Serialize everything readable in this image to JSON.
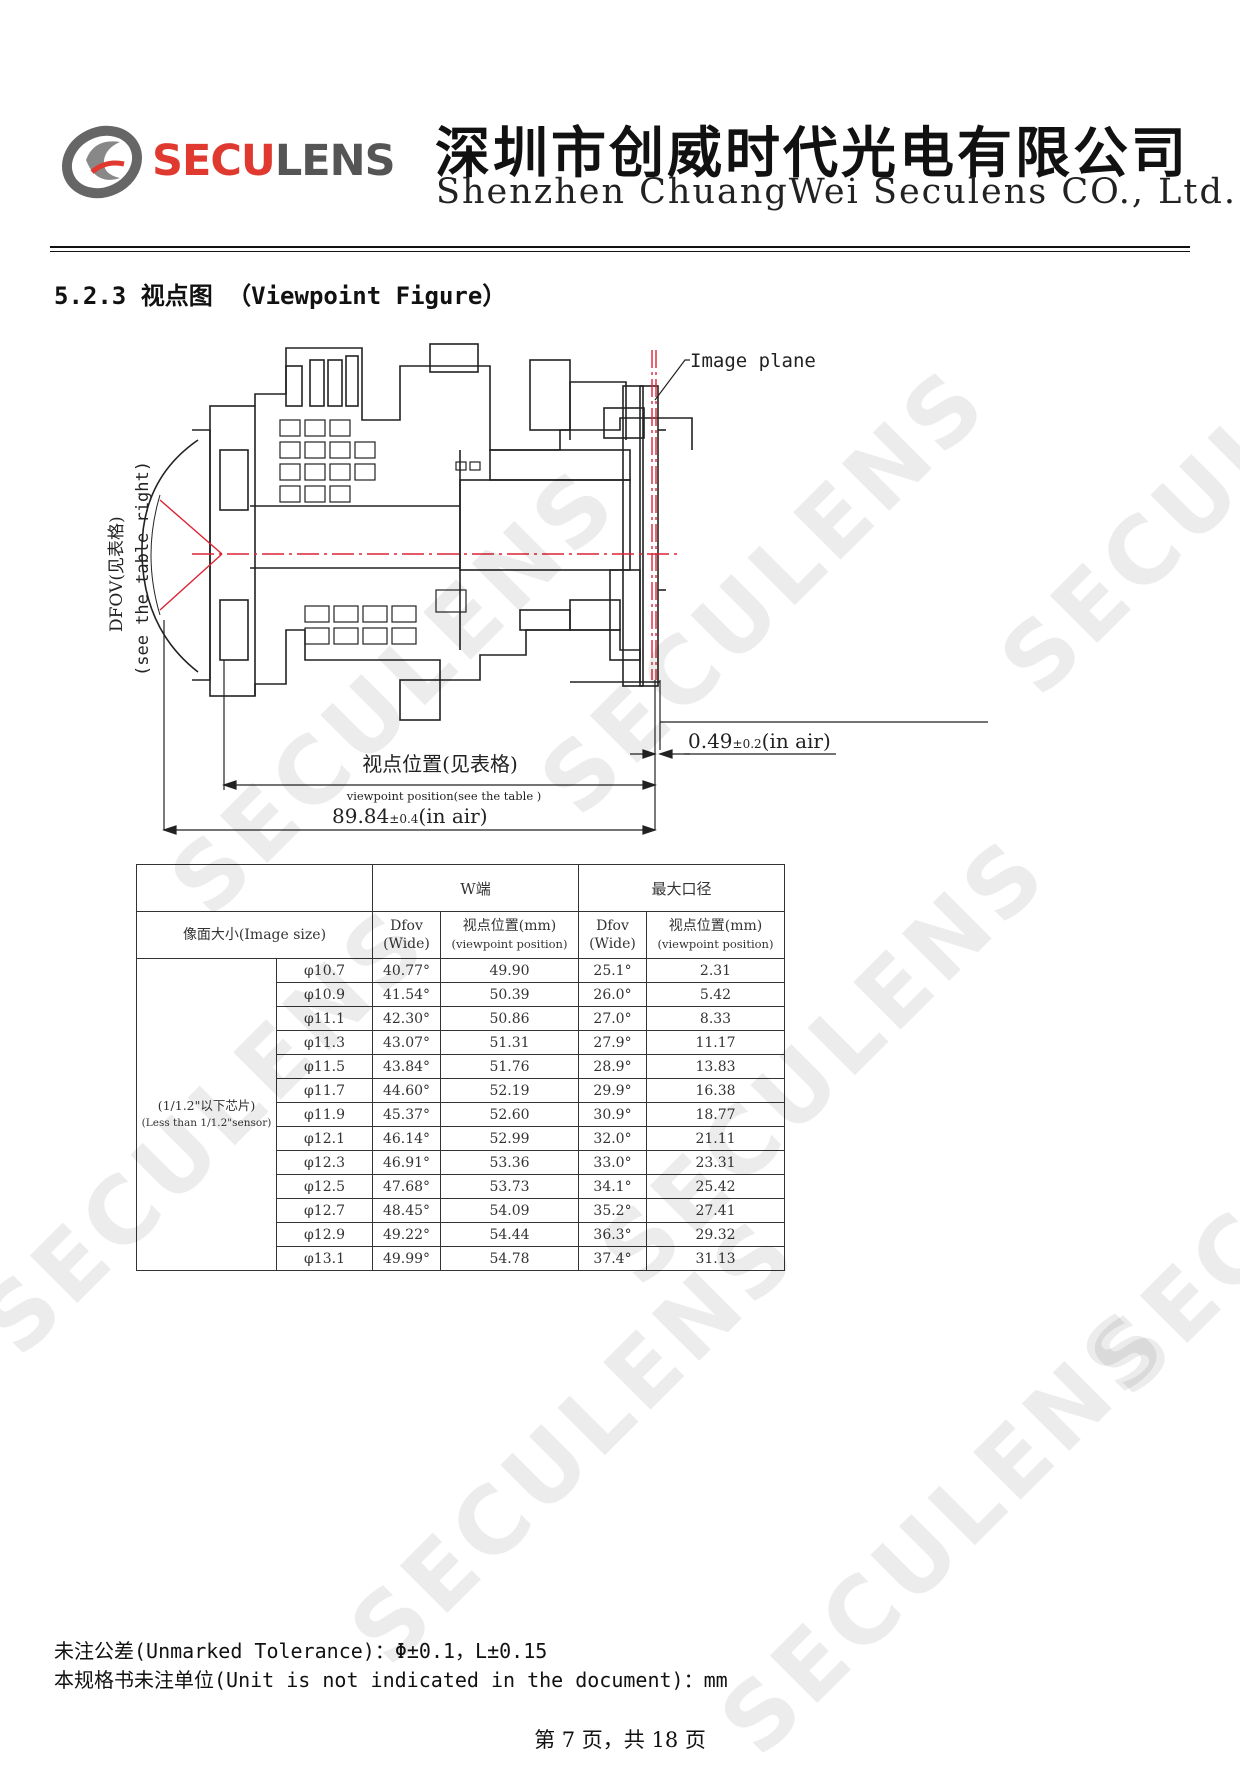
{
  "header": {
    "brand_red": "SECU",
    "brand_gray": "LENS",
    "company_cn": "深圳市创威时代光电有限公司",
    "company_en": "Shenzhen ChuangWei Seculens CO., Ltd."
  },
  "watermark_text": "SECULENS",
  "section_title": "5.2.3 视点图 （Viewpoint Figure）",
  "figure": {
    "image_plane_label": "Image plane",
    "dfov_label": "DFOV(见表格)",
    "dfov_sub": "(see the table right)",
    "offset_value": "0.49",
    "offset_tol": "±0.2",
    "offset_unit": "(in air)",
    "viewpoint_cn": "视点位置(见表格)",
    "viewpoint_en": "viewpoint position(see the table )",
    "length_value": "89.84",
    "length_tol": "±0.4",
    "length_unit": "(in air)"
  },
  "table": {
    "w_end": "W端",
    "max_aperture": "最大口径",
    "image_size_header": "像面大小(Image size)",
    "dfov_header": "Dfov",
    "dfov_sub": "(Wide)",
    "vp_header": "视点位置(mm)",
    "vp_sub": "(viewpoint position)",
    "group_label": "(1/1.2\"以下芯片)",
    "group_sub": "(Less than 1/1.2\"sensor)",
    "rows": [
      {
        "size": "φ10.7",
        "w_dfov": "40.77°",
        "w_vp": "49.90",
        "m_dfov": "25.1°",
        "m_vp": "2.31"
      },
      {
        "size": "φ10.9",
        "w_dfov": "41.54°",
        "w_vp": "50.39",
        "m_dfov": "26.0°",
        "m_vp": "5.42"
      },
      {
        "size": "φ11.1",
        "w_dfov": "42.30°",
        "w_vp": "50.86",
        "m_dfov": "27.0°",
        "m_vp": "8.33"
      },
      {
        "size": "φ11.3",
        "w_dfov": "43.07°",
        "w_vp": "51.31",
        "m_dfov": "27.9°",
        "m_vp": "11.17"
      },
      {
        "size": "φ11.5",
        "w_dfov": "43.84°",
        "w_vp": "51.76",
        "m_dfov": "28.9°",
        "m_vp": "13.83"
      },
      {
        "size": "φ11.7",
        "w_dfov": "44.60°",
        "w_vp": "52.19",
        "m_dfov": "29.9°",
        "m_vp": "16.38"
      },
      {
        "size": "φ11.9",
        "w_dfov": "45.37°",
        "w_vp": "52.60",
        "m_dfov": "30.9°",
        "m_vp": "18.77"
      },
      {
        "size": "φ12.1",
        "w_dfov": "46.14°",
        "w_vp": "52.99",
        "m_dfov": "32.0°",
        "m_vp": "21.11"
      },
      {
        "size": "φ12.3",
        "w_dfov": "46.91°",
        "w_vp": "53.36",
        "m_dfov": "33.0°",
        "m_vp": "23.31"
      },
      {
        "size": "φ12.5",
        "w_dfov": "47.68°",
        "w_vp": "53.73",
        "m_dfov": "34.1°",
        "m_vp": "25.42"
      },
      {
        "size": "φ12.7",
        "w_dfov": "48.45°",
        "w_vp": "54.09",
        "m_dfov": "35.2°",
        "m_vp": "27.41"
      },
      {
        "size": "φ12.9",
        "w_dfov": "49.22°",
        "w_vp": "54.44",
        "m_dfov": "36.3°",
        "m_vp": "29.32"
      },
      {
        "size": "φ13.1",
        "w_dfov": "49.99°",
        "w_vp": "54.78",
        "m_dfov": "37.4°",
        "m_vp": "31.13"
      }
    ]
  },
  "footer": {
    "tolerance": "未注公差(Unmarked Tolerance)：Φ±0.1，L±0.15",
    "unit_note": "本规格书未注单位(Unit is not indicated in the document)：mm",
    "page": "第 7 页，共 18 页"
  }
}
